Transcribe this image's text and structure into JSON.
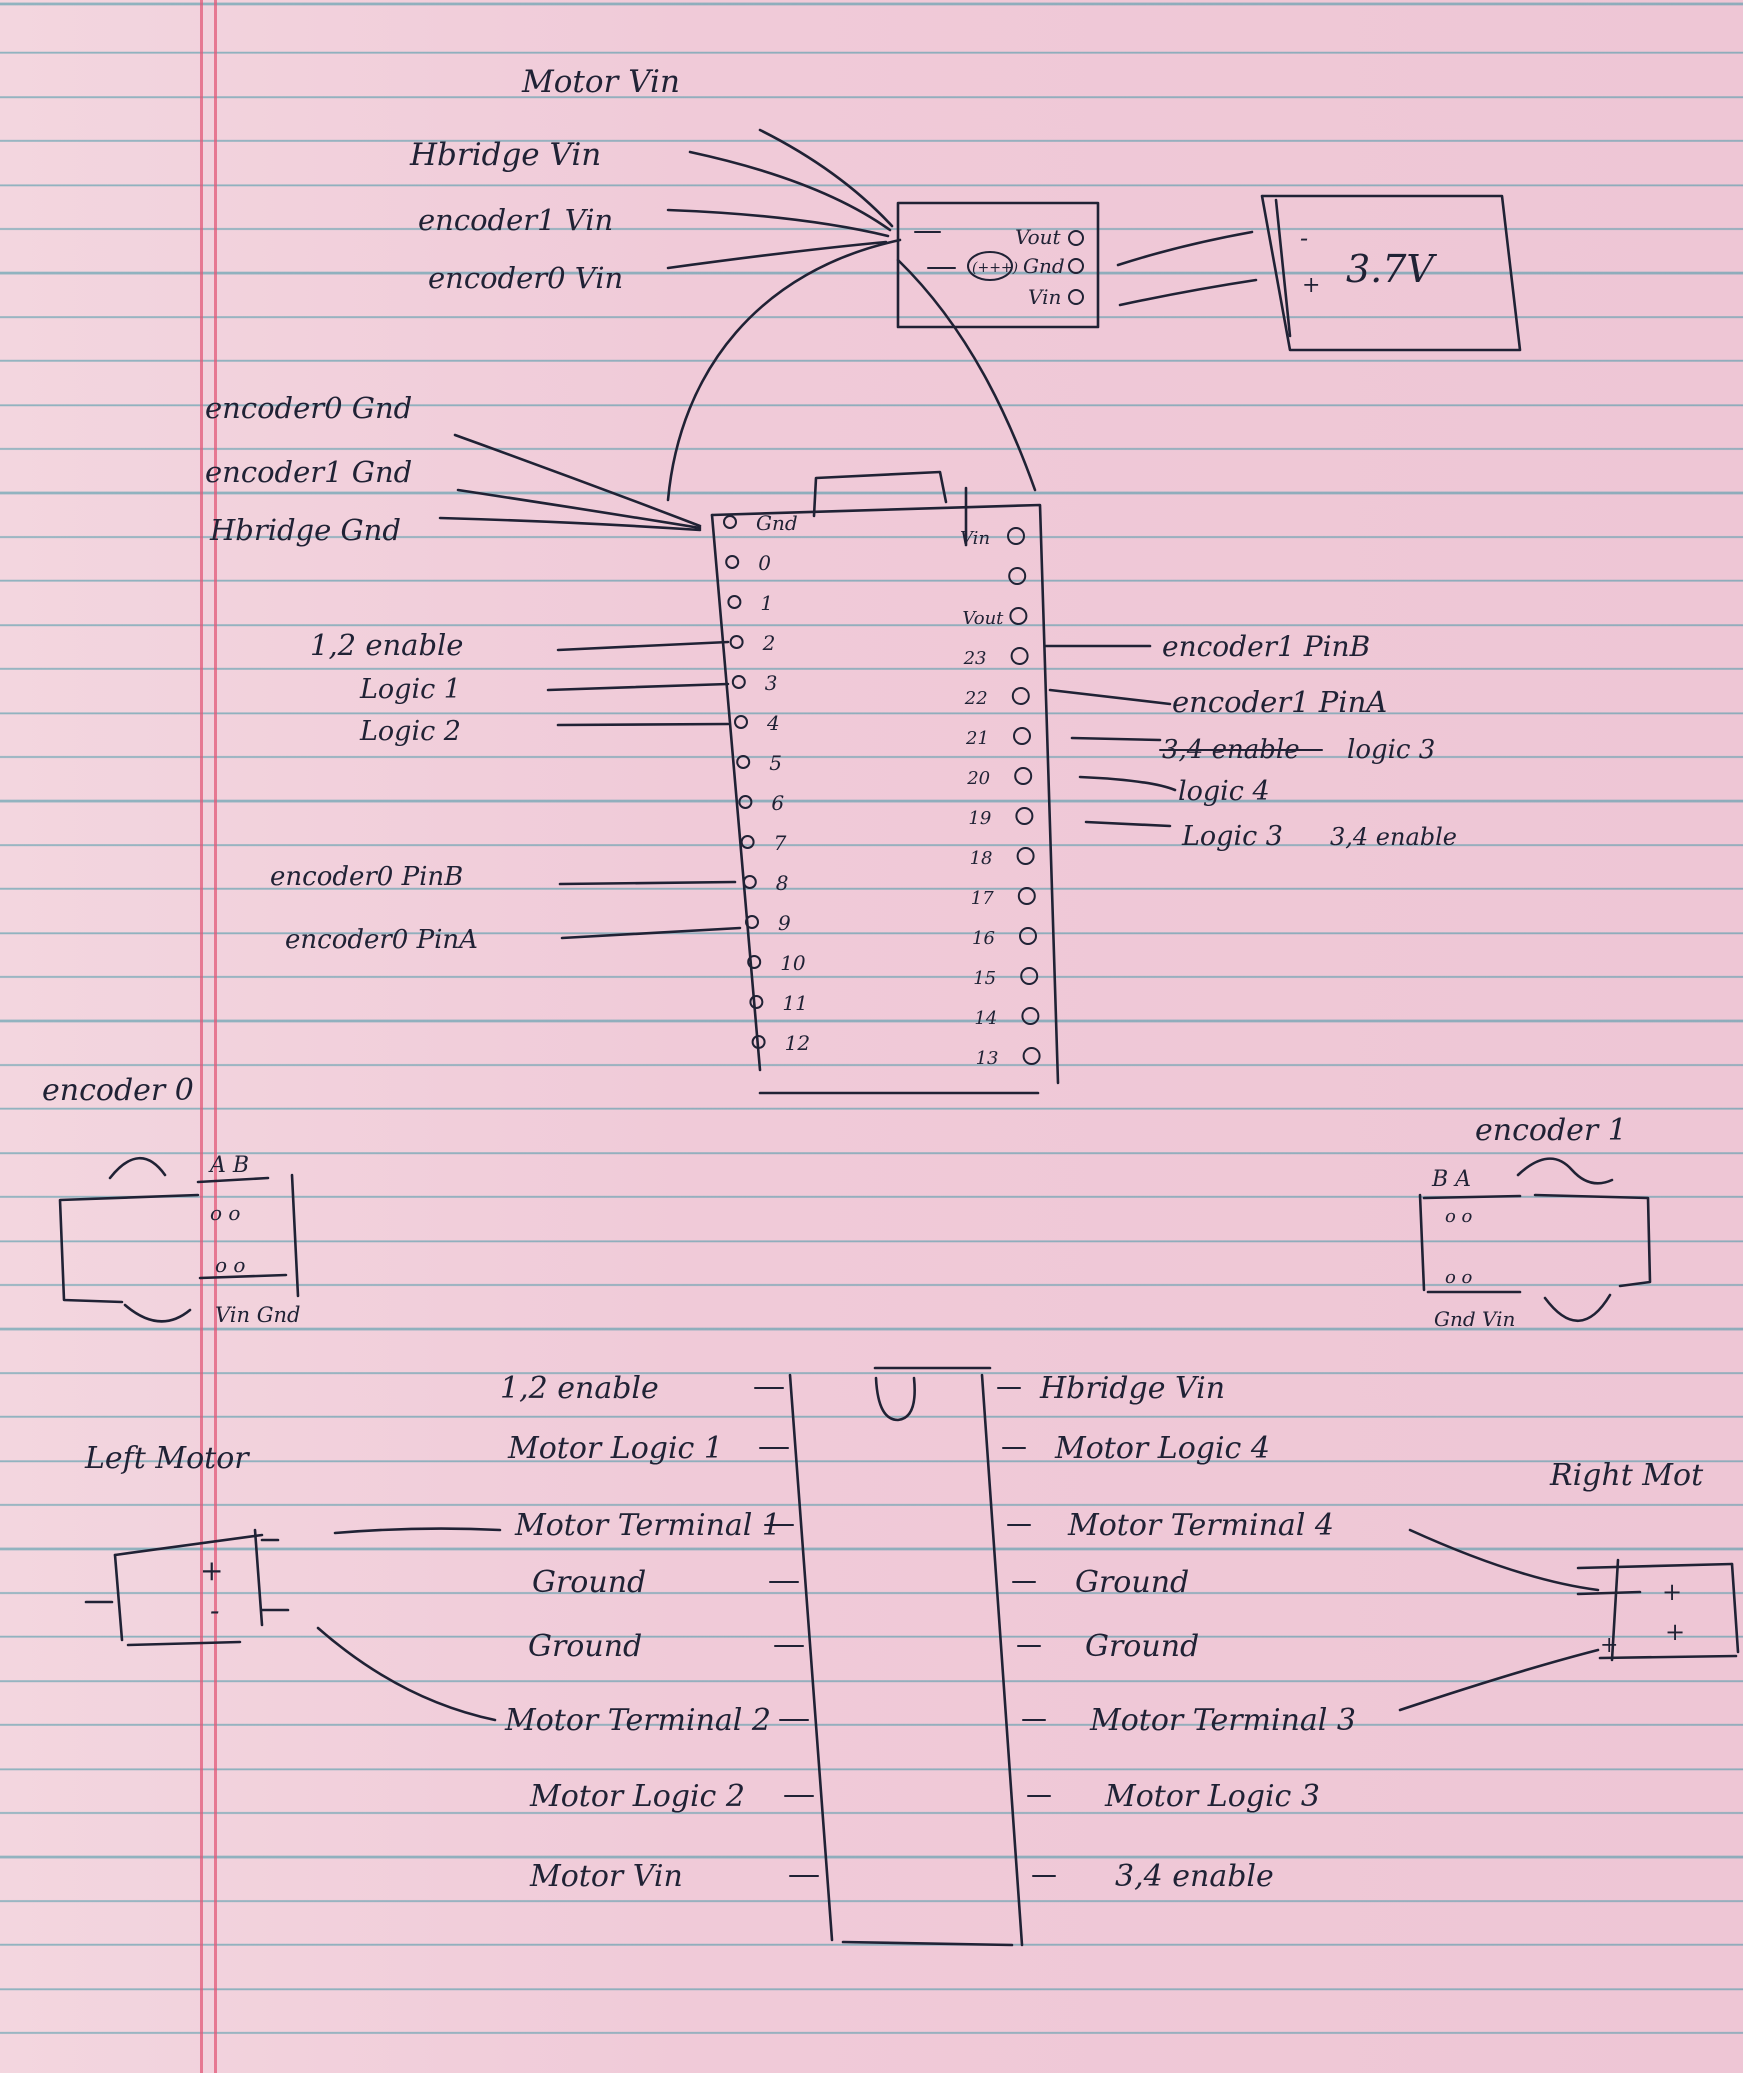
{
  "power_supply": {
    "inputs": [
      "Motor Vin",
      "Hbridge Vin",
      "encoder1 Vin",
      "encoder0 Vin"
    ],
    "pins": [
      "Vout",
      "Gnd",
      "Vin"
    ],
    "center_mark": "(+++)",
    "battery": {
      "label": "3.7V",
      "minus": "-",
      "plus": "+"
    }
  },
  "gnd_wires": [
    "encoder0 Gnd",
    "encoder1 Gnd",
    "Hbridge Gnd"
  ],
  "microcontroller": {
    "left_pins": [
      "Gnd",
      "0",
      "1",
      "2",
      "3",
      "4",
      "5",
      "6",
      "7",
      "8",
      "9",
      "10",
      "11",
      "12"
    ],
    "right_pins": [
      "Vin",
      "",
      "Vout",
      "23",
      "22",
      "21",
      "20",
      "19",
      "18",
      "17",
      "16",
      "15",
      "14",
      "13"
    ],
    "left_wires": [
      "1,2 enable",
      "Logic 1",
      "Logic 2",
      "encoder0 PinB",
      "encoder0 PinA"
    ],
    "right_wires": [
      "encoder1 PinB",
      "encoder1 PinA",
      "3,4 enable",
      "logic 3",
      "logic 4",
      "Logic 3",
      "3,4 enable"
    ]
  },
  "encoder0": {
    "title": "encoder 0",
    "top": "A B",
    "bottom": "Vin Gnd"
  },
  "encoder1": {
    "title": "encoder 1",
    "top": "B  A",
    "bottom": "Gnd Vin"
  },
  "hbridge": {
    "left": [
      "1,2 enable",
      "Motor Logic 1",
      "Motor Terminal 1",
      "Ground",
      "Ground",
      "Motor Terminal 2",
      "Motor Logic 2",
      "Motor Vin"
    ],
    "right": [
      "Hbridge Vin",
      "Motor Logic 4",
      "Motor Terminal 4",
      "Ground",
      "Ground",
      "Motor Terminal 3",
      "Motor Logic 3",
      "3,4 enable"
    ]
  },
  "left_motor": {
    "label": "Left Motor",
    "plus": "+",
    "minus": "-"
  },
  "right_motor": {
    "label": "Right Mot",
    "plus": "+",
    "minus": "+"
  }
}
